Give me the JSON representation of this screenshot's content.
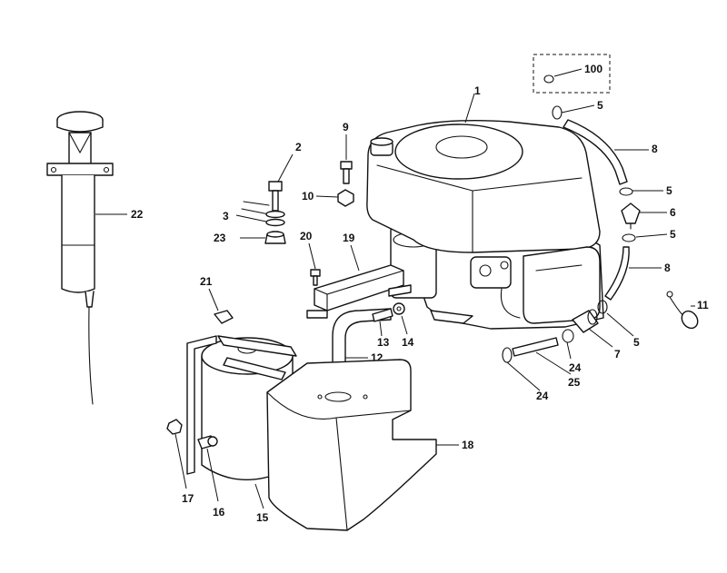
{
  "callouts": {
    "c100": "100",
    "c1": "1",
    "c5a": "5",
    "c8a": "8",
    "c5b": "5",
    "c6": "6",
    "c5c": "5",
    "c8b": "8",
    "c11": "11",
    "c5d": "5",
    "c7": "7",
    "c24a": "24",
    "c25": "25",
    "c24b": "24",
    "c2": "2",
    "c3": "3",
    "c23": "23",
    "c9": "9",
    "c10": "10",
    "c20": "20",
    "c19": "19",
    "c21": "21",
    "c22": "22",
    "c13": "13",
    "c14": "14",
    "c12": "12",
    "c18": "18",
    "c17": "17",
    "c16": "16",
    "c15": "15"
  }
}
